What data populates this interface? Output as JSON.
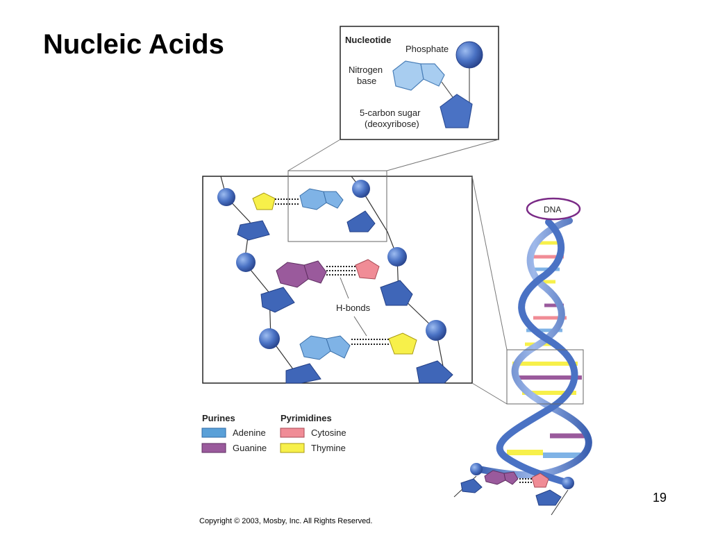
{
  "slide": {
    "title": "Nucleic Acids",
    "page_number": "19",
    "copyright": "Copyright © 2003, Mosby, Inc. All Rights Reserved."
  },
  "inset": {
    "title": "Nucleotide",
    "phosphate": "Phosphate",
    "nitrogen_line1": "Nitrogen",
    "nitrogen_line2": "base",
    "sugar_line1": "5-carbon sugar",
    "sugar_line2": "(deoxyribose)"
  },
  "detail": {
    "hbonds_label": "H-bonds"
  },
  "helix": {
    "label": "DNA"
  },
  "legend": {
    "purines_header": "Purines",
    "pyrimidines_header": "Pyrimidines",
    "items": [
      {
        "label": "Adenine",
        "color": "#5aa0d8"
      },
      {
        "label": "Guanine",
        "color": "#9a5a9c"
      },
      {
        "label": "Cytosine",
        "color": "#f08c96"
      },
      {
        "label": "Thymine",
        "color": "#f7f04a"
      }
    ]
  },
  "colors": {
    "backbone": "#4a72c4",
    "backbone_dark": "#2e4f98",
    "sugar": "#3f66b8",
    "dna_ring": "#7a2a86"
  }
}
